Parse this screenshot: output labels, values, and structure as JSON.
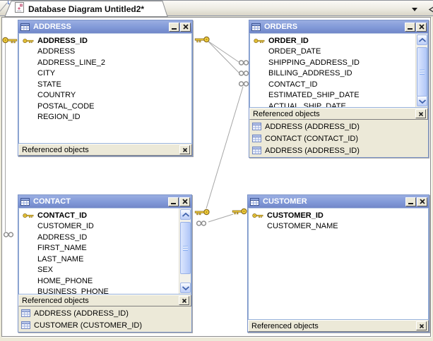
{
  "tab_bar": {
    "title": "Database Diagram Untitled2*"
  },
  "labels": {
    "referenced_objects": "Referenced objects"
  },
  "icons": {
    "tab_document": "diagram-page",
    "table": "table-grid",
    "primary_key": "gold-key",
    "many_end": "infinity-rings",
    "minimize": "_",
    "close": "×",
    "panel_close": "×",
    "tab_dropdown": "▼",
    "tab_scroll_left": "◁"
  },
  "colors": {
    "titlebar_blue": "#8199D8",
    "canvas_white": "#FFFFFF",
    "chrome_beige": "#ECE9D8",
    "key_gold": "#F5D13B",
    "wire_gray": "#A6A6A6"
  },
  "windows": {
    "address": {
      "title": "ADDRESS",
      "primary_key": "ADDRESS_ID",
      "columns": [
        "ADDRESS",
        "ADDRESS_LINE_2",
        "CITY",
        "STATE",
        "COUNTRY",
        "POSTAL_CODE",
        "REGION_ID"
      ],
      "referenced": []
    },
    "orders": {
      "title": "ORDERS",
      "primary_key": "ORDER_ID",
      "columns": [
        "ORDER_DATE",
        "SHIPPING_ADDRESS_ID",
        "BILLING_ADDRESS_ID",
        "CONTACT_ID",
        "ESTIMATED_SHIP_DATE",
        "ACTUAL_SHIP_DATE"
      ],
      "referenced": [
        "ADDRESS (ADDRESS_ID)",
        "CONTACT (CONTACT_ID)",
        "ADDRESS (ADDRESS_ID)"
      ]
    },
    "contact": {
      "title": "CONTACT",
      "primary_key": "CONTACT_ID",
      "columns": [
        "CUSTOMER_ID",
        "ADDRESS_ID",
        "FIRST_NAME",
        "LAST_NAME",
        "SEX",
        "HOME_PHONE",
        "BUSINESS_PHONE"
      ],
      "referenced": [
        "ADDRESS (ADDRESS_ID)",
        "CUSTOMER (CUSTOMER_ID)"
      ]
    },
    "customer": {
      "title": "CUSTOMER",
      "primary_key": "CUSTOMER_ID",
      "columns": [
        "CUSTOMER_NAME"
      ],
      "referenced": []
    }
  }
}
